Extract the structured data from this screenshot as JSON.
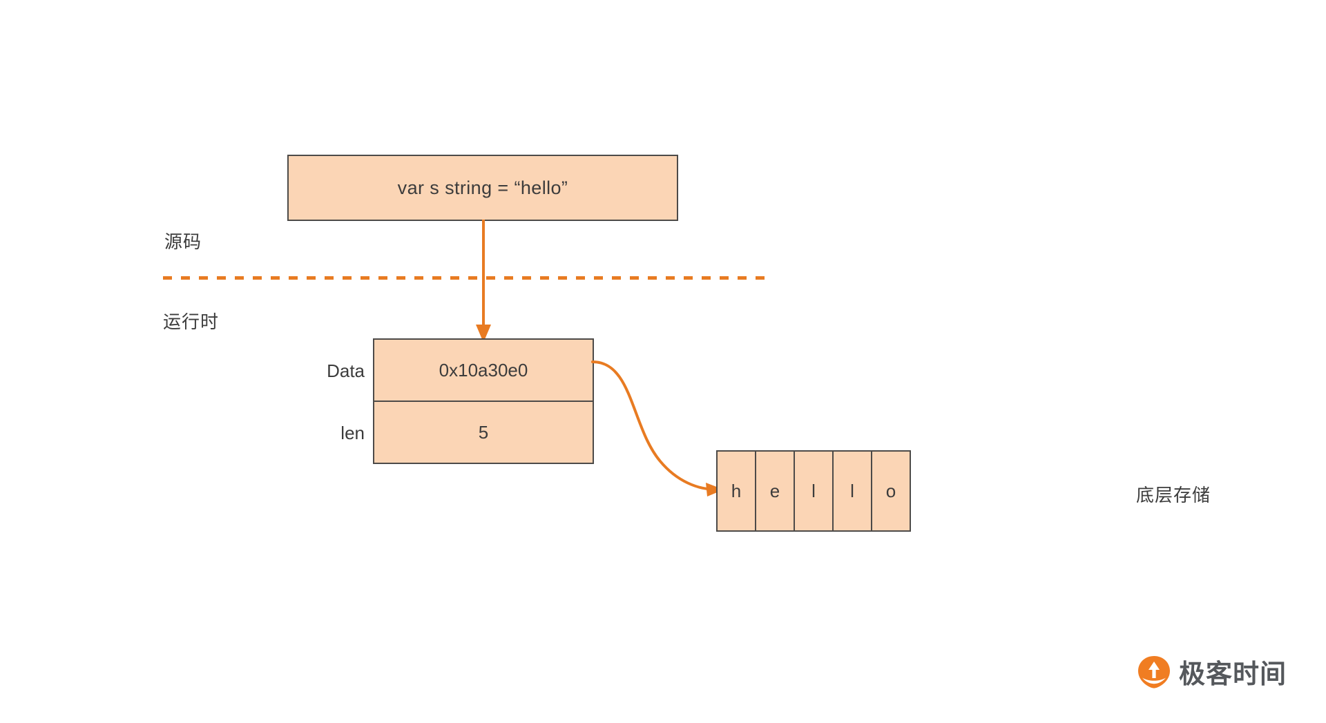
{
  "diagram": {
    "source_section": {
      "label": "源码",
      "code_box": {
        "text": "var s string = “hello”"
      }
    },
    "runtime_section": {
      "label": "运行时",
      "string_header": {
        "fields": [
          {
            "name": "Data",
            "value": "0x10a30e0"
          },
          {
            "name": "len",
            "value": "5"
          }
        ]
      },
      "backing_array": {
        "label": "底层存储",
        "cells": [
          "h",
          "e",
          "l",
          "l",
          "o"
        ]
      }
    },
    "connectors": {
      "source_to_runtime": "down-arrow",
      "data_to_storage": "curved-arrow",
      "section_divider": "dashed-line"
    }
  },
  "brand": {
    "name": "极客时间",
    "mark": "geektime-logo-icon"
  },
  "colors": {
    "box_fill": "#fbd5b5",
    "box_border": "#4c4a48",
    "accent_orange": "#e87b22",
    "logo_orange": "#f07d22",
    "text": "#3c3c3c",
    "background": "#ffffff"
  }
}
